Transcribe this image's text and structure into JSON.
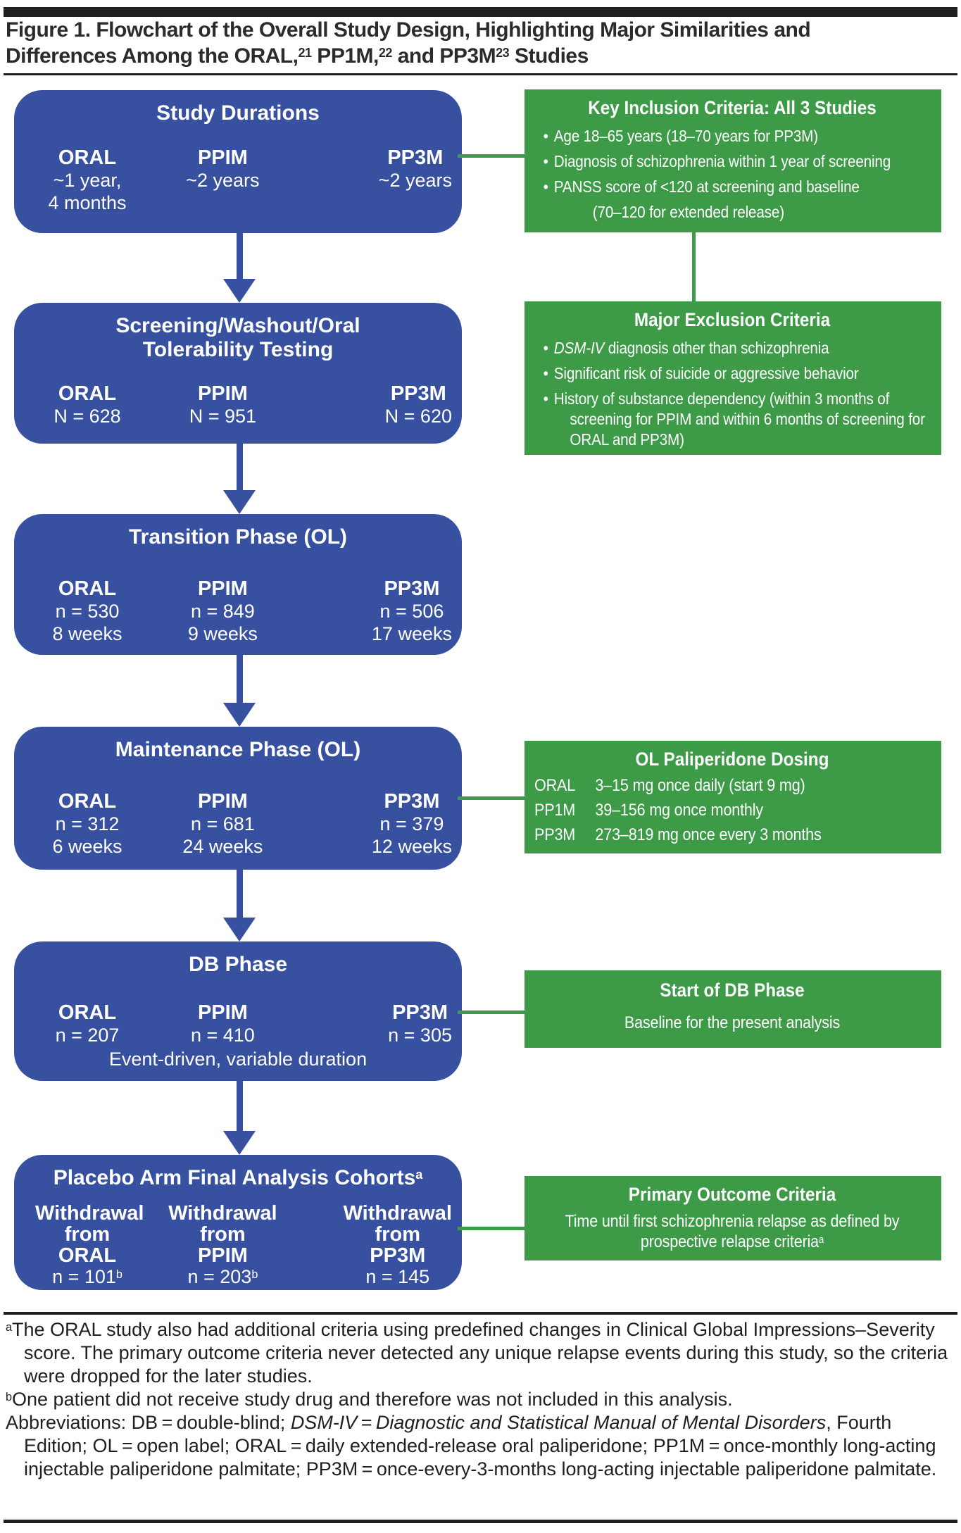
{
  "colors": {
    "flow_blue": "#37509f",
    "criteria_green": "#3d9a47",
    "rule_black": "#231f20"
  },
  "bullet_char": "•",
  "title": {
    "line1": "Figure 1. Flowchart of the Overall Study Design, Highlighting Major Similarities and",
    "line2_pre": "Differences Among the ORAL,",
    "ref1": "21",
    "line2_mid1": " PP1M,",
    "ref2": "22",
    "line2_mid2": " and PP3M",
    "ref3": "23",
    "line2_tail": " Studies"
  },
  "flow": {
    "box1": {
      "heading": "Study Durations",
      "col1_label": "ORAL",
      "col1_line1": "~1 year,",
      "col1_line2": "4 months",
      "col2_label": "PPIM",
      "col2_line1": "~2 years",
      "col3_label": "PP3M",
      "col3_line1": "~2 years"
    },
    "box2": {
      "heading_line1": "Screening/Washout/Oral",
      "heading_line2": "Tolerability Testing",
      "col1_label": "ORAL",
      "col1_line1": "N = 628",
      "col2_label": "PPIM",
      "col2_line1": "N = 951",
      "col3_label": "PP3M",
      "col3_line1": "N = 620"
    },
    "box3": {
      "heading": "Transition Phase (OL)",
      "col1_label": "ORAL",
      "col1_line1": "n = 530",
      "col1_line2": "8 weeks",
      "col2_label": "PPIM",
      "col2_line1": "n = 849",
      "col2_line2": "9 weeks",
      "col3_label": "PP3M",
      "col3_line1": "n = 506",
      "col3_line2": "17 weeks"
    },
    "box4": {
      "heading": "Maintenance Phase (OL)",
      "col1_label": "ORAL",
      "col1_line1": "n = 312",
      "col1_line2": "6 weeks",
      "col2_label": "PPIM",
      "col2_line1": "n = 681",
      "col2_line2": "24 weeks",
      "col3_label": "PP3M",
      "col3_line1": "n = 379",
      "col3_line2": "12 weeks"
    },
    "box5": {
      "heading": "DB Phase",
      "col1_label": "ORAL",
      "col1_line1": "n = 207",
      "col2_label": "PPIM",
      "col2_line1": "n = 410",
      "col3_label": "PP3M",
      "col3_line1": "n = 305",
      "footer": "Event-driven, variable duration"
    },
    "box6": {
      "heading": "Placebo Arm Final Analysis Cohorts",
      "heading_sup": "a",
      "col1_l1": "Withdrawal",
      "col1_l2": "from",
      "col1_l3": "ORAL",
      "col1_n": "n = 101",
      "col1_sup": "b",
      "col2_l1": "Withdrawal",
      "col2_l2": "from",
      "col2_l3": "PPIM",
      "col2_n": "n = 203",
      "col2_sup": "b",
      "col3_l1": "Withdrawal",
      "col3_l2": "from",
      "col3_l3": "PP3M",
      "col3_n": "n = 145",
      "col3_sup": ""
    }
  },
  "criteria": {
    "inclusion": {
      "heading": "Key Inclusion Criteria: All 3 Studies",
      "b1": "Age 18–65 years (18–70 years for PP3M)",
      "b2": "Diagnosis of schizophrenia within 1 year of screening",
      "b3_line1": "PANSS score of <120 at screening and baseline",
      "b3_line2": "(70–120 for extended release)"
    },
    "exclusion": {
      "heading": "Major Exclusion Criteria",
      "b1_italic": "DSM-IV",
      "b1_rest": " diagnosis other than schizophrenia",
      "b2": "Significant risk of suicide or aggressive behavior",
      "b3": "History of substance dependency (within 3 months of screening for PPIM and within 6 months of screening for ORAL and PP3M)"
    },
    "dosing": {
      "heading": "OL Paliperidone Dosing",
      "row1_label": "ORAL",
      "row1_text": "3–15 mg once daily (start 9 mg)",
      "row2_label": "PP1M",
      "row2_text": "39–156 mg once monthly",
      "row3_label": "PP3M",
      "row3_text": "273–819 mg once every 3 months"
    },
    "db_start": {
      "heading": "Start of DB Phase",
      "text": "Baseline for the present analysis"
    },
    "outcome": {
      "heading": "Primary Outcome Criteria",
      "text": "Time until first schizophrenia relapse as defined by prospective relapse criteria",
      "text_sup": "a"
    }
  },
  "footnotes": {
    "a_marker": "a",
    "a_text": "The ORAL study also had additional criteria using predefined changes in Clinical Global Impressions–Severity score. The primary outcome criteria never detected any unique relapse events during this study, so the criteria were dropped for the later studies.",
    "b_marker": "b",
    "b_text": "One patient did not receive study drug and therefore was not included in this analysis.",
    "abbr_prefix": "Abbreviations: DB = double-blind; ",
    "abbr_italic1": "DSM-IV",
    "abbr_mid1": " = ",
    "abbr_italic2": "Diagnostic and Statistical Manual of Mental Disorders",
    "abbr_tail": ", Fourth Edition; OL = open label; ORAL = daily extended-release oral paliperidone; PP1M = once-monthly long-acting injectable paliperidone palmitate; PP3M = once-every-3-months long-acting injectable paliperidone palmitate."
  }
}
